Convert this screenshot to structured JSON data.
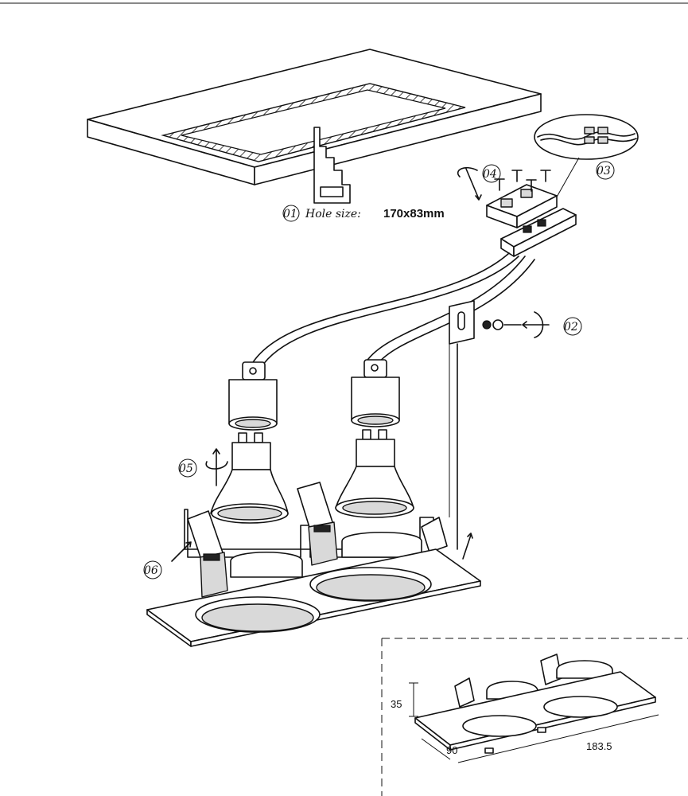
{
  "steps": [
    {
      "num": "01",
      "text": "Hole  size:",
      "value": "170x83mm"
    },
    {
      "num": "02"
    },
    {
      "num": "03"
    },
    {
      "num": "04"
    },
    {
      "num": "05"
    },
    {
      "num": "06"
    }
  ],
  "dimensions": {
    "height": "35",
    "width": "90",
    "length": "183.5"
  }
}
